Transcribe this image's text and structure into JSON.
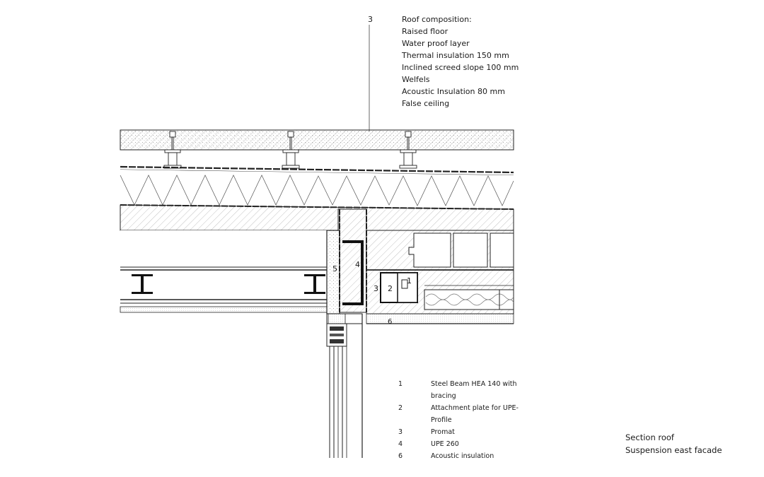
{
  "roof_callout": {
    "number": "3",
    "lines": [
      "Roof composition:",
      "Raised floor",
      "Water proof layer",
      "Thermal insulation 150 mm",
      "Inclined screed slope 100 mm",
      "Welfels",
      "Acoustic Insulation 80 mm",
      "False ceiling"
    ]
  },
  "drawing_labels": {
    "l1": "1",
    "l2": "2",
    "l3": "3",
    "l4": "4",
    "l5": "5",
    "l6": "6"
  },
  "legend": [
    {
      "num": "1",
      "text": "Steel Beam HEA 140 with bracing"
    },
    {
      "num": "2",
      "text": "Attachment plate for UPE-Profile"
    },
    {
      "num": "3",
      "text": "Promat"
    },
    {
      "num": "4",
      "text": "UPE 260"
    },
    {
      "num": "6",
      "text": "Acoustic insulation"
    }
  ],
  "caption": {
    "line1": "Section roof",
    "line2": "Suspension east facade"
  }
}
